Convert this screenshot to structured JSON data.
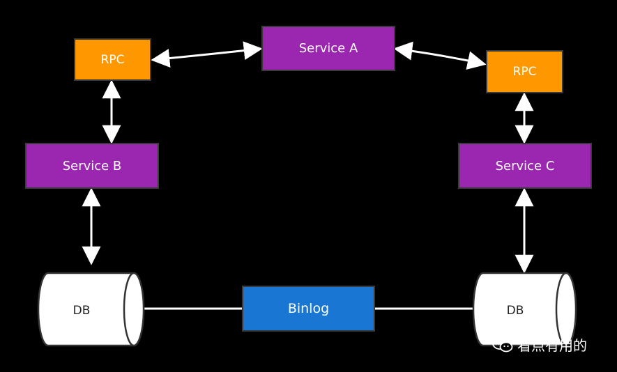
{
  "colors": {
    "service": "#9b27b0",
    "rpc": "#ff9800",
    "binlog": "#1976d2",
    "background": "#000000",
    "connector": "#ffffff"
  },
  "nodes": {
    "service_a": "Service A",
    "service_b": "Service B",
    "service_c": "Service C",
    "rpc_left": "RPC",
    "rpc_right": "RPC",
    "db_left": "DB",
    "db_right": "DB",
    "binlog": "Binlog"
  },
  "watermark": {
    "icon": "wechat-icon",
    "text": "看点有用的"
  }
}
